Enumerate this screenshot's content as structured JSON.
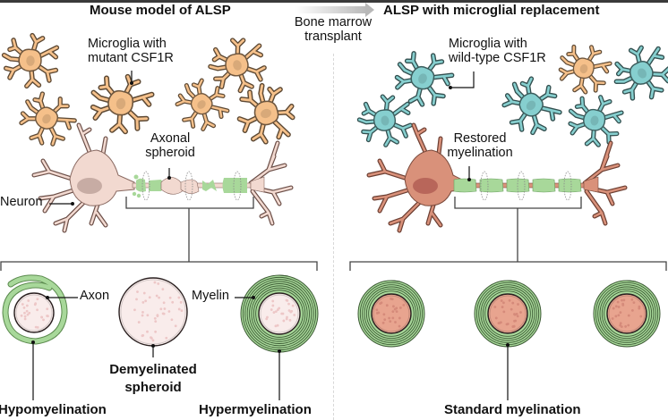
{
  "panels": {
    "left": {
      "title": "Mouse model of ALSP",
      "microglia_label": "Microglia with\nmutant CSF1R",
      "axonal_spheroid_label": "Axonal\nspheroid",
      "neuron_label": "Neuron",
      "cross_sections": {
        "axon_label": "Axon",
        "myelin_label": "Myelin",
        "hypomyelination_label": "Hypomyelination",
        "demyelinated_label": "Demyelinated\nspheroid",
        "hypermyelination_label": "Hypermyelination"
      }
    },
    "transition": {
      "label": "Bone marrow\ntransplant"
    },
    "right": {
      "title": "ALSP with microglial replacement",
      "microglia_label": "Microglia with\nwild-type CSF1R",
      "restored_label": "Restored\nmyelination",
      "standard_label": "Standard myelination"
    }
  },
  "colors": {
    "mutant_microglia": "#f5c08a",
    "wildtype_microglia": "#86cfcf",
    "myelin": "#a8d89a",
    "neuron_left": "#f2d9d0",
    "neuron_right": "#d9917a",
    "axon_left": "#f7e6e2",
    "axon_right": "#e8a48f"
  }
}
